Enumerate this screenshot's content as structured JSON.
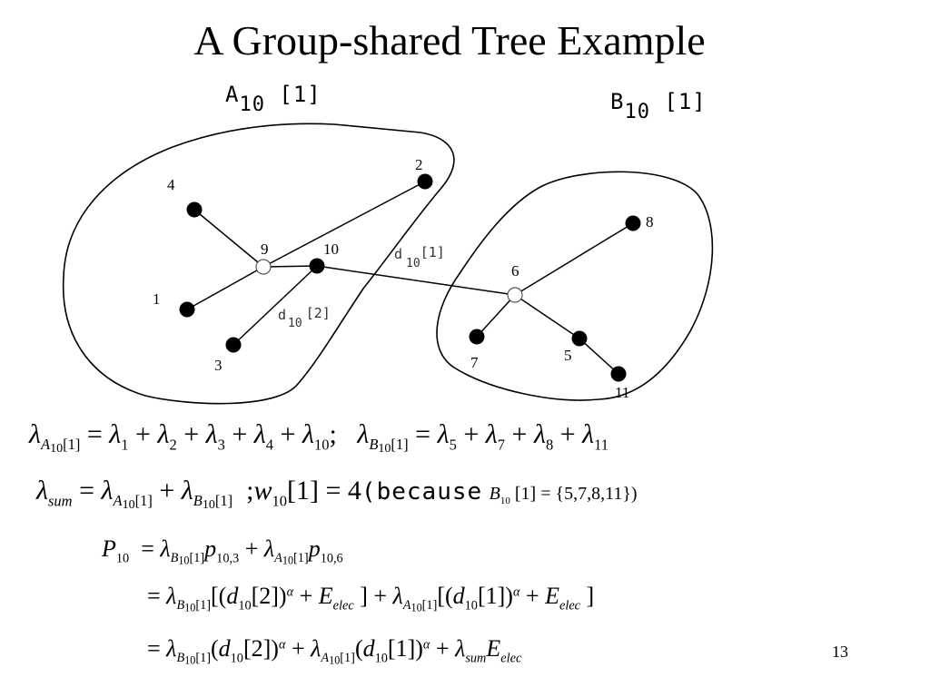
{
  "slide": {
    "title": "A Group-shared Tree Example",
    "page_number": "13"
  },
  "regions": {
    "a": {
      "base": "A",
      "sub": "10",
      "suffix": "[1]"
    },
    "b": {
      "base": "B",
      "sub": "10",
      "suffix": "[1]"
    }
  },
  "nodes": [
    {
      "id": "1",
      "label": "1",
      "style": "filled"
    },
    {
      "id": "2",
      "label": "2",
      "style": "filled"
    },
    {
      "id": "3",
      "label": "3",
      "style": "filled"
    },
    {
      "id": "4",
      "label": "4",
      "style": "filled"
    },
    {
      "id": "5",
      "label": "5",
      "style": "filled"
    },
    {
      "id": "6",
      "label": "6",
      "style": "hollow"
    },
    {
      "id": "7",
      "label": "7",
      "style": "filled"
    },
    {
      "id": "8",
      "label": "8",
      "style": "filled"
    },
    {
      "id": "9",
      "label": "9",
      "style": "hollow"
    },
    {
      "id": "10",
      "label": "10",
      "style": "filled"
    },
    {
      "id": "11",
      "label": "11",
      "style": "filled"
    }
  ],
  "edges": [
    [
      "4",
      "9"
    ],
    [
      "1",
      "9"
    ],
    [
      "2",
      "9"
    ],
    [
      "9",
      "10"
    ],
    [
      "10",
      "3"
    ],
    [
      "10",
      "6"
    ],
    [
      "6",
      "8"
    ],
    [
      "6",
      "7"
    ],
    [
      "6",
      "5"
    ],
    [
      "5",
      "11"
    ]
  ],
  "edge_labels": {
    "d10_1": {
      "base": "d",
      "sub": "10",
      "suffix": "[1]"
    },
    "d10_2": {
      "base": "d",
      "sub": "10",
      "suffix": "[2]"
    }
  },
  "equations": {
    "because_text": "(because",
    "set_text": "[1] = {5,7,8,11})"
  }
}
